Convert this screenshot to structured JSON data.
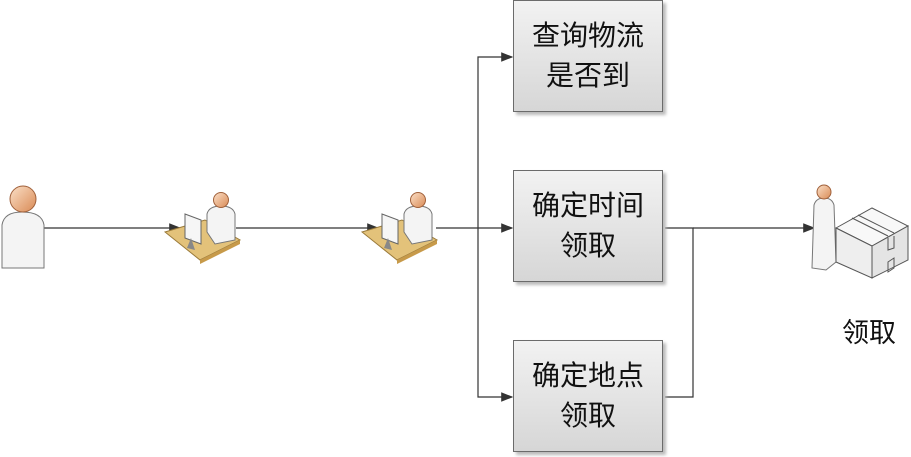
{
  "boxes": [
    {
      "line1": "查询物流",
      "line2": "是否到"
    },
    {
      "line1": "确定时间",
      "line2": "领取"
    },
    {
      "line1": "确定地点",
      "line2": "领取"
    }
  ],
  "final_label": "领取",
  "colors": {
    "line": "#333333",
    "skin": "#e8a878",
    "desk": "#d9b366"
  }
}
